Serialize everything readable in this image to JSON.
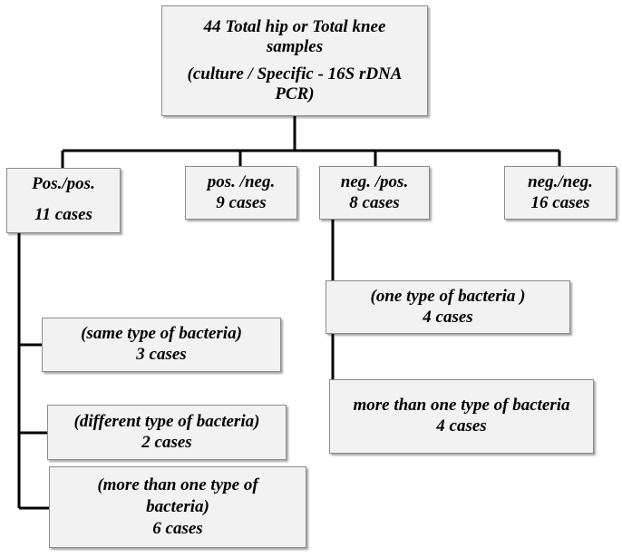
{
  "root": {
    "line1": "44 Total hip or Total knee",
    "line2": "samples",
    "line3": "(culture / Specific - 16S rDNA",
    "line4": "PCR)"
  },
  "categories": {
    "pos_pos": {
      "label": "Pos./pos.",
      "count": "11 cases"
    },
    "pos_neg": {
      "label": "pos. /neg.",
      "count": "9  cases"
    },
    "neg_pos": {
      "label": "neg. /pos.",
      "count": "8 cases"
    },
    "neg_neg": {
      "label": "neg./neg.",
      "count": "16 cases"
    }
  },
  "pos_pos_details": {
    "same": {
      "label": "(same type of bacteria)",
      "count": "3 cases"
    },
    "different": {
      "label": "(different type of bacteria)",
      "count": "2  cases"
    },
    "more": {
      "line1": "(more than one type of",
      "line2": "bacteria)",
      "count": "6 cases"
    }
  },
  "neg_pos_details": {
    "one": {
      "label": "(one type of bacteria )",
      "count": "4  cases"
    },
    "more": {
      "label": "more than one type of bacteria",
      "count": "4  cases"
    }
  },
  "colors": {
    "box_fill": "#f2f2f2",
    "box_border": "#8c8c8c",
    "connector": "#000000"
  }
}
